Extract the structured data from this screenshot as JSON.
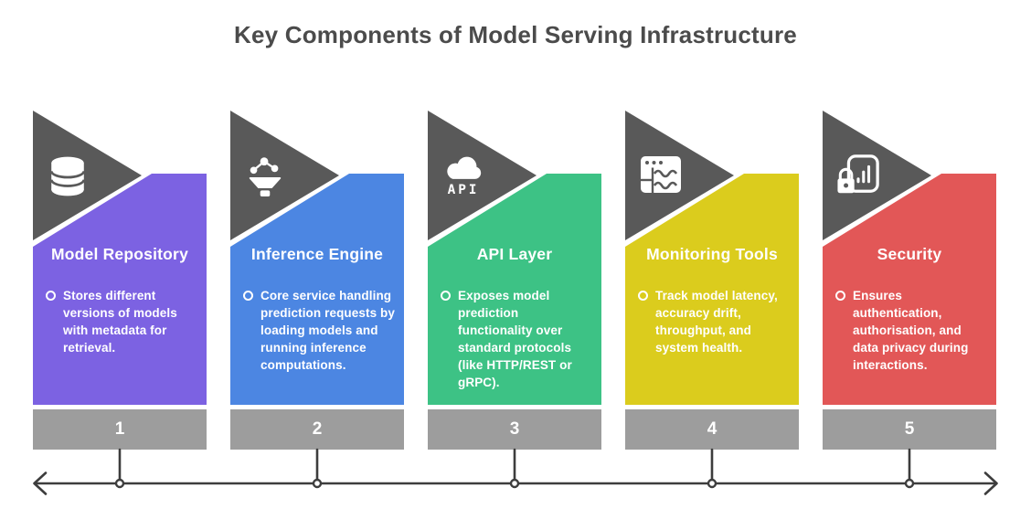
{
  "title": "Key Components of Model Serving Infrastructure",
  "colors": {
    "title_text": "#4b4b4b",
    "triangle": "#595959",
    "number_bar": "#9d9d9d",
    "timeline": "#3d3d3d",
    "card_text": "#ffffff"
  },
  "cards": [
    {
      "number": "1",
      "title": "Model Repository",
      "description": "Stores different\nversions of models\nwith metadata for\nretrieval.",
      "color": "#7c62e2",
      "icon": "database-icon"
    },
    {
      "number": "2",
      "title": "Inference Engine",
      "description": "Core service handling\nprediction requests by\nloading models and\nrunning inference\ncomputations.",
      "color": "#4c86e2",
      "icon": "network-funnel-icon"
    },
    {
      "number": "3",
      "title": "API Layer",
      "description": "Exposes model\nprediction\nfunctionality over\nstandard protocols\n(like HTTP/REST or\ngRPC).",
      "color": "#3dc285",
      "icon": "api-cloud-icon",
      "icon_label": "API"
    },
    {
      "number": "4",
      "title": "Monitoring Tools",
      "description": "Track model latency,\naccuracy drift,\nthroughput, and\nsystem health.",
      "color": "#dbcc1d",
      "icon": "monitor-window-icon"
    },
    {
      "number": "5",
      "title": "Security",
      "description": "Ensures\nauthentication,\nauthorisation, and\ndata privacy during\ninteractions.",
      "color": "#e25757",
      "icon": "lock-document-icon"
    }
  ]
}
